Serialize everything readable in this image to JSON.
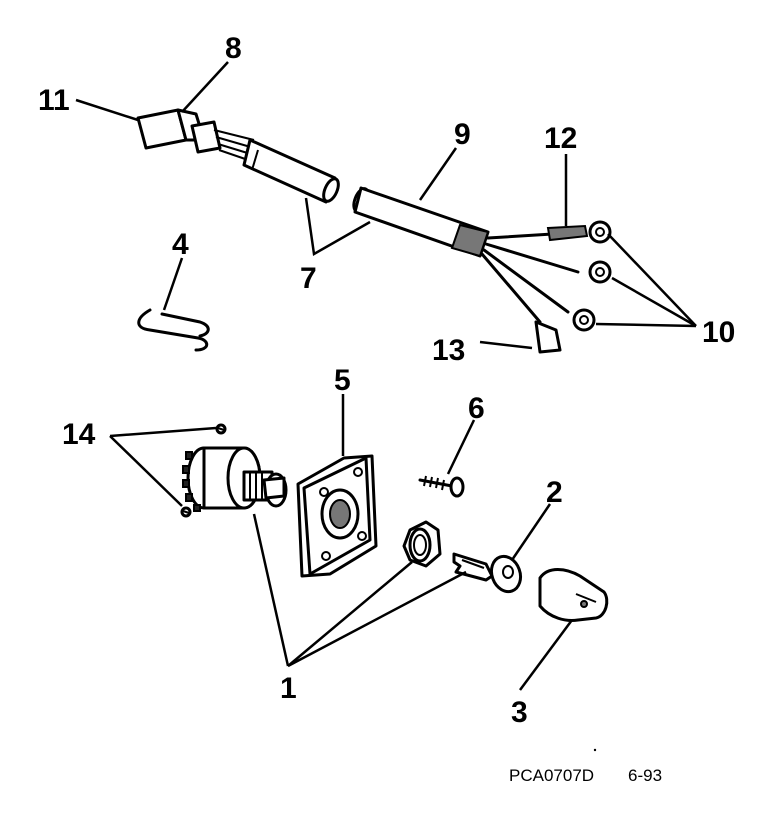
{
  "callouts": [
    {
      "id": "1",
      "text": "1"
    },
    {
      "id": "2",
      "text": "2"
    },
    {
      "id": "3",
      "text": "3"
    },
    {
      "id": "4",
      "text": "4"
    },
    {
      "id": "5",
      "text": "5"
    },
    {
      "id": "6",
      "text": "6"
    },
    {
      "id": "7",
      "text": "7"
    },
    {
      "id": "8",
      "text": "8"
    },
    {
      "id": "9",
      "text": "9"
    },
    {
      "id": "10",
      "text": "10"
    },
    {
      "id": "11",
      "text": "11"
    },
    {
      "id": "12",
      "text": "12"
    },
    {
      "id": "13",
      "text": "13"
    },
    {
      "id": "14",
      "text": "14"
    }
  ],
  "footer": {
    "code": "PCA0707D",
    "date": "6-93"
  }
}
